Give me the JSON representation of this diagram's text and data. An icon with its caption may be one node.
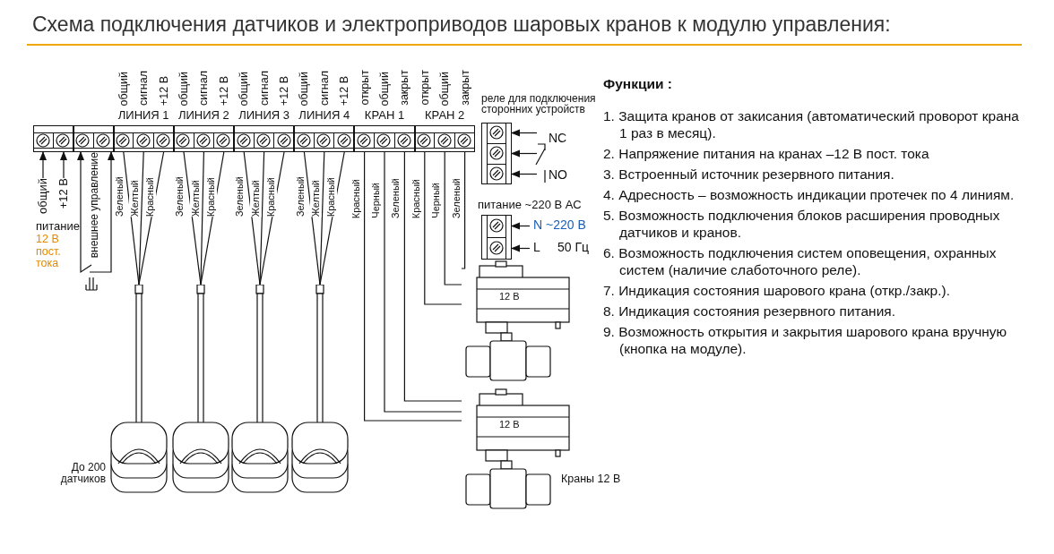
{
  "diagram": {
    "title": "Схема подключения датчиков и электроприводов шаровых кранов к модулю управления:",
    "nodes": [
      {
        "text": [],
        "shape": "box"
      },
      {
        "text": [],
        "shape": "box"
      },
      {
        "text": [
          "ЛИНИЯ 1"
        ],
        "beside": [
          "общий",
          "сигнал",
          "+12 В"
        ]
      },
      {
        "text": [
          "ЛИНИЯ 2"
        ],
        "beside": [
          "общий",
          "сигнал",
          "+12 В"
        ]
      },
      {
        "text": [
          "ЛИНИЯ 3"
        ],
        "beside": [
          "общий",
          "сигнал",
          "+12 В"
        ]
      },
      {
        "text": [
          "ЛИНИЯ 4"
        ],
        "beside": [
          "общий",
          "сигнал",
          "+12 В"
        ]
      },
      {
        "text": [
          "КРАН 1"
        ],
        "beside": [
          "открыт",
          "общий",
          "закрыт"
        ]
      },
      {
        "text": [
          "КРАН 2"
        ],
        "beside": [
          "открыт",
          "общий",
          "закрыт"
        ]
      },
      {
        "text": [
          "реле для подключения сторонних устройств"
        ],
        "beside": [
          "NC",
          "NO"
        ]
      },
      {
        "text": [
          "питание ~220 В АС"
        ],
        "beside": [
          "N ~220 В",
          "L",
          "50 Гц"
        ]
      },
      {
        "text": [
          "общий"
        ]
      },
      {
        "text": [
          "+12 В"
        ]
      },
      {
        "text": [],
        "shape": "picture"
      },
      {
        "text": [],
        "shape": "picture",
        "beside": [
          "До 200 датчиков"
        ]
      },
      {
        "text": [],
        "shape": "picture"
      },
      {
        "text": [],
        "shape": "picture"
      },
      {
        "text": [],
        "shape": "picture"
      },
      {
        "text": [
          "12 В"
        ]
      },
      {
        "text": [
          "12 В"
        ]
      }
    ],
    "edges": [
      {
        "from": 10,
        "to": 0,
        "arrow": "to"
      },
      {
        "from": 11,
        "to": 0,
        "arrow": "to"
      },
      {
        "from": 12,
        "to": 1,
        "arrow": "to"
      },
      {
        "from": 12,
        "to": 1,
        "arrow": "to"
      },
      {
        "from": 2,
        "to": 13,
        "arrow": "none",
        "label": "Зеленый"
      },
      {
        "from": 2,
        "to": 13,
        "arrow": "none",
        "label": "Желтый"
      },
      {
        "from": 2,
        "to": 13,
        "arrow": "none",
        "label": "Красный"
      },
      {
        "from": 3,
        "to": 14,
        "arrow": "none",
        "label": "Зеленый"
      },
      {
        "from": 3,
        "to": 14,
        "arrow": "none",
        "label": "Желтый"
      },
      {
        "from": 3,
        "to": 14,
        "arrow": "none",
        "label": "Красный"
      },
      {
        "from": 4,
        "to": 15,
        "arrow": "none",
        "label": "Зеленый"
      },
      {
        "from": 4,
        "to": 15,
        "arrow": "none",
        "label": "Желтый"
      },
      {
        "from": 4,
        "to": 15,
        "arrow": "none",
        "label": "Красный"
      },
      {
        "from": 5,
        "to": 16,
        "arrow": "none",
        "label": "Зеленый"
      },
      {
        "from": 5,
        "to": 16,
        "arrow": "none",
        "label": "Желтый"
      },
      {
        "from": 5,
        "to": 16,
        "arrow": "none",
        "label": "Красный"
      },
      {
        "from": 6,
        "to": 18,
        "arrow": "none",
        "label": "Красный"
      },
      {
        "from": 6,
        "to": 18,
        "arrow": "none",
        "label": "Черный"
      },
      {
        "from": 6,
        "to": 18,
        "arrow": "none",
        "label": "Зеленый"
      },
      {
        "from": 7,
        "to": 17,
        "arrow": "none",
        "label": "Красный"
      },
      {
        "from": 7,
        "to": 17,
        "arrow": "none",
        "label": "Черный"
      },
      {
        "from": 7,
        "to": 17,
        "arrow": "none",
        "label": "Зеленый"
      },
      {
        "from": null,
        "to": 8,
        "arrow": "to"
      },
      {
        "from": null,
        "to": 8,
        "arrow": "to"
      },
      {
        "from": null,
        "to": 8,
        "arrow": "to"
      },
      {
        "from": null,
        "to": 9,
        "arrow": "to"
      },
      {
        "from": null,
        "to": 9,
        "arrow": "to"
      }
    ],
    "labels": [
      "питание",
      "12 В пост. тока",
      "внешнее управление",
      "Краны 12 В",
      "Функции :",
      "1. Защита кранов от закисания (автоматический проворот крана 1 раз в месяц).",
      "2. Напряжение питания на кранах –12 В пост. тока",
      "3. Встроенный источник резервного питания.",
      "4. Адресность – возможность индикации протечек по 4 линиям.",
      "5. Возможность подключения блоков расширения проводных датчиков и кранов.",
      "6. Возможность подключения систем оповещения, охранных систем (наличие слаботочного реле).",
      "7. Индикация состояния шарового крана (откр./закр.).",
      "8. Индикация состояния резервного питания.",
      "9. Возможность открытия и закрытия шарового крана вручную (кнопка на модуле)."
    ]
  }
}
